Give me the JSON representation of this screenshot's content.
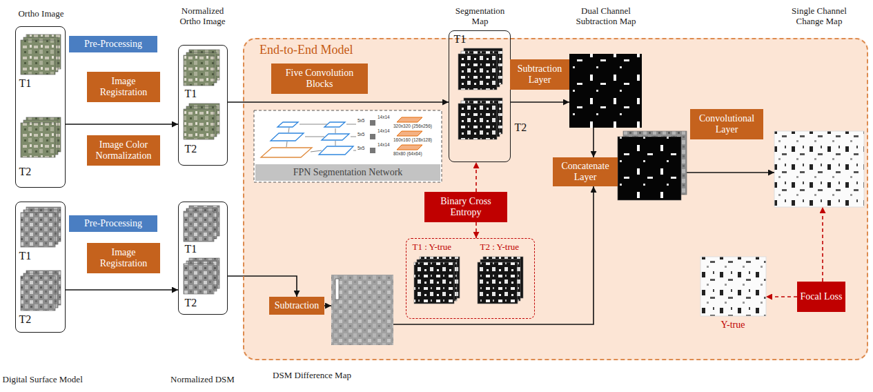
{
  "diagram": {
    "nodes": [
      {
        "text": [
          "Ortho Image",
          "T1",
          "T2"
        ]
      },
      {
        "text": [
          "Pre-Processing"
        ]
      },
      {
        "text": [
          "Image Registration"
        ]
      },
      {
        "text": [
          "Image Color Normalization"
        ]
      },
      {
        "text": [
          "Normalized Ortho Image",
          "T1",
          "T2"
        ]
      },
      {
        "text": [
          "T1",
          "T2",
          "Digital Surface Model"
        ]
      },
      {
        "text": [
          "Pre-Processing"
        ]
      },
      {
        "text": [
          "Image Registration"
        ]
      },
      {
        "text": [
          "T1",
          "T2",
          "Normalized DSM"
        ]
      },
      {
        "text": [
          "End-to-End Model"
        ]
      },
      {
        "text": [
          "Five Convolution Blocks"
        ],
        "in": 9
      },
      {
        "text": [
          "FPN Segmentation Network"
        ],
        "in": 9
      },
      {
        "text": [
          "Segmentation Map",
          "T1",
          "T2"
        ],
        "in": 9
      },
      {
        "text": [
          "Subtraction Layer"
        ],
        "in": 9
      },
      {
        "text": [
          "Dual Channel Subtraction Map"
        ],
        "in": 9
      },
      {
        "text": [
          "Concatenate Layer"
        ],
        "in": 9
      },
      {
        "text": [
          "Convolutional Layer"
        ],
        "in": 9
      },
      {
        "text": [
          "Single Channel Change Map"
        ],
        "in": 9
      },
      {
        "text": [
          "Binary Cross Entropy"
        ],
        "in": 9
      },
      {
        "text": [
          "T1 : Y-true",
          "T2 : Y-true"
        ],
        "in": 9
      },
      {
        "text": [
          "Subtraction"
        ],
        "in": 9
      },
      {
        "text": [
          "DSM Difference Map"
        ],
        "in": 9
      },
      {
        "text": [
          "Y-true"
        ],
        "in": 9
      },
      {
        "text": [
          "Focal Loss"
        ],
        "in": 9
      }
    ],
    "edges": [
      {
        "from": 0,
        "to": 4,
        "arrow": "to"
      },
      {
        "from": 5,
        "to": 8,
        "arrow": "to"
      },
      {
        "from": 4,
        "to": 12,
        "arrow": "to"
      },
      {
        "from": 8,
        "to": 20,
        "arrow": "to"
      },
      {
        "from": 20,
        "to": 21,
        "arrow": "to"
      },
      {
        "from": 12,
        "to": 14,
        "arrow": "to"
      },
      {
        "from": 14,
        "to": 15,
        "arrow": "to"
      },
      {
        "from": 21,
        "to": 15,
        "arrow": "to"
      },
      {
        "from": 15,
        "to": 17,
        "arrow": "to"
      },
      {
        "from": 18,
        "to": 12,
        "arrow": "to"
      },
      {
        "from": 18,
        "to": 19,
        "arrow": "to"
      },
      {
        "from": 23,
        "to": 17,
        "arrow": "to"
      },
      {
        "from": 23,
        "to": 22,
        "arrow": "to"
      }
    ],
    "labels": [
      "5x5",
      "14x14",
      "320x320 (256x256)",
      "5x5",
      "14x14",
      "160x160 (128x128)",
      "5x5",
      "14x14",
      "80x80 (64x64)"
    ]
  }
}
